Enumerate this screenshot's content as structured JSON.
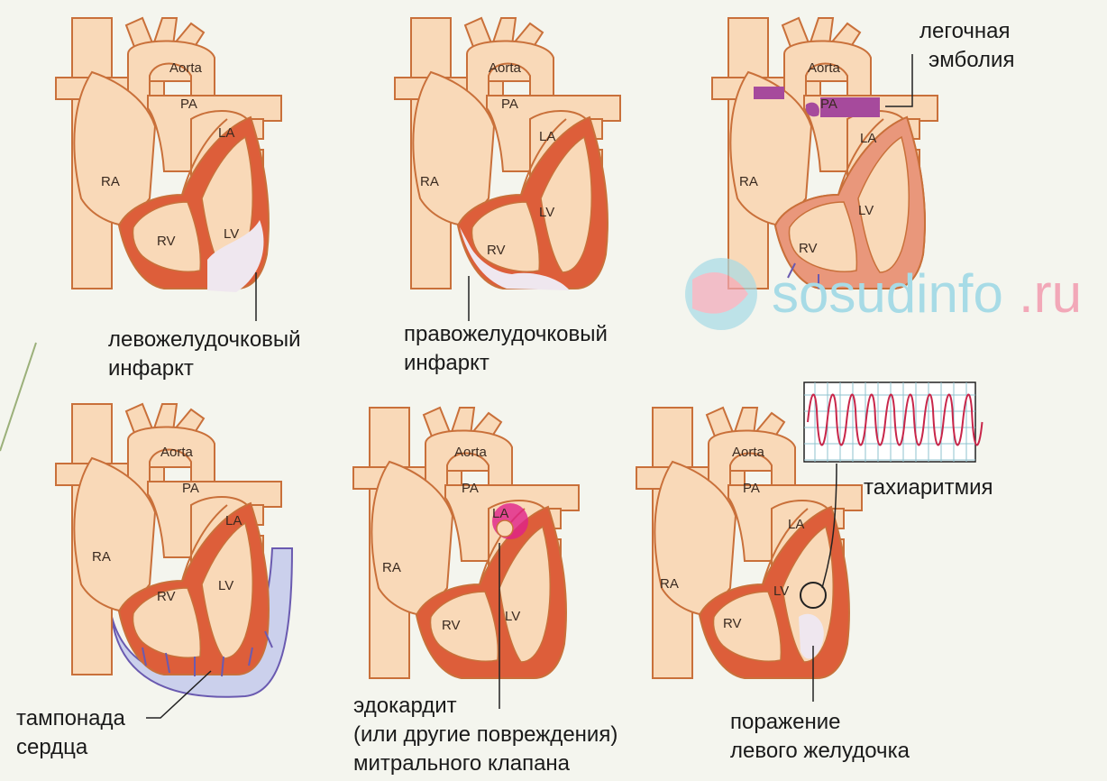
{
  "colors": {
    "background": "#ffffff",
    "page_tint": "#f4f5ee",
    "heart_fill": "#f9d9b8",
    "heart_outline": "#c9703a",
    "muscle": "#dd5e3a",
    "muscle_light": "#e9977b",
    "infarct": "#efe7ef",
    "pericardial_fluid": "#cbd0ec",
    "arrow": "#6a5ab0",
    "embolus": "#a64a9c",
    "endocarditis": "#e0218a",
    "ecg_line": "#c8264a",
    "ecg_grid": "#8fc3cf",
    "caption_text": "#1a1a1a",
    "watermark_blue": "#a7dbe6",
    "watermark_pink": "#f2a8b8"
  },
  "labels": {
    "aorta": "Aorta",
    "pa": "PA",
    "la": "LA",
    "ra": "RA",
    "rv": "RV",
    "lv": "LV"
  },
  "panels": [
    {
      "id": "lv-infarct",
      "caption": [
        "левожелудочковый",
        "инфаркт"
      ]
    },
    {
      "id": "rv-infarct",
      "caption": [
        "правожелудочковый",
        "инфаркт"
      ]
    },
    {
      "id": "pulmonary-embolism",
      "caption": [
        "легочная",
        "эмболия"
      ]
    },
    {
      "id": "tamponade",
      "caption": [
        "тампонада",
        "сердца"
      ]
    },
    {
      "id": "endocarditis",
      "caption": [
        "эдокардит",
        "(или другие повреждения)",
        "митрального клапана"
      ]
    },
    {
      "id": "tachyarrhythmia",
      "caption": [
        "тахиаритмия"
      ],
      "caption2": [
        "поражение",
        "левого желудочка"
      ]
    }
  ],
  "watermark": {
    "text_main": "sosudinfo",
    "text_suffix": ".ru"
  }
}
